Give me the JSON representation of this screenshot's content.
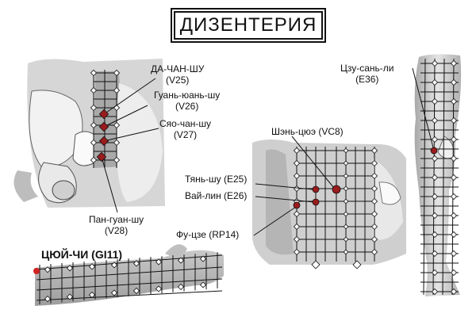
{
  "title": "ДИЗЕНТЕРИЯ",
  "colors": {
    "point": "#9b1c1c",
    "accent_red": "#d12323",
    "body_fill": "#d9d9d9",
    "body_dark": "#9a9a9a",
    "line": "#111111"
  },
  "points": {
    "v25": {
      "name": "ДА-ЧАН-ШУ",
      "code": "(V25)"
    },
    "v26": {
      "name": "Гуань-юань-шу",
      "code": "(V26)"
    },
    "v27": {
      "name": "Сяо-чан-шу",
      "code": "(V27)"
    },
    "v28": {
      "name": "Пан-гуан-шу",
      "code": "(V28)"
    },
    "e36": {
      "name": "Цзу-сань-ли",
      "code": "(E36)"
    },
    "vc8": {
      "name": "Шэнь-цюэ (VC8)"
    },
    "e25": {
      "name": "Тянь-шу (E25)"
    },
    "e26": {
      "name": "Вай-лин (E26)"
    },
    "rp14": {
      "name": "Фу-цзе (RP14)"
    },
    "gi11": {
      "name": "ЦЮЙ-ЧИ (GI11)"
    }
  }
}
